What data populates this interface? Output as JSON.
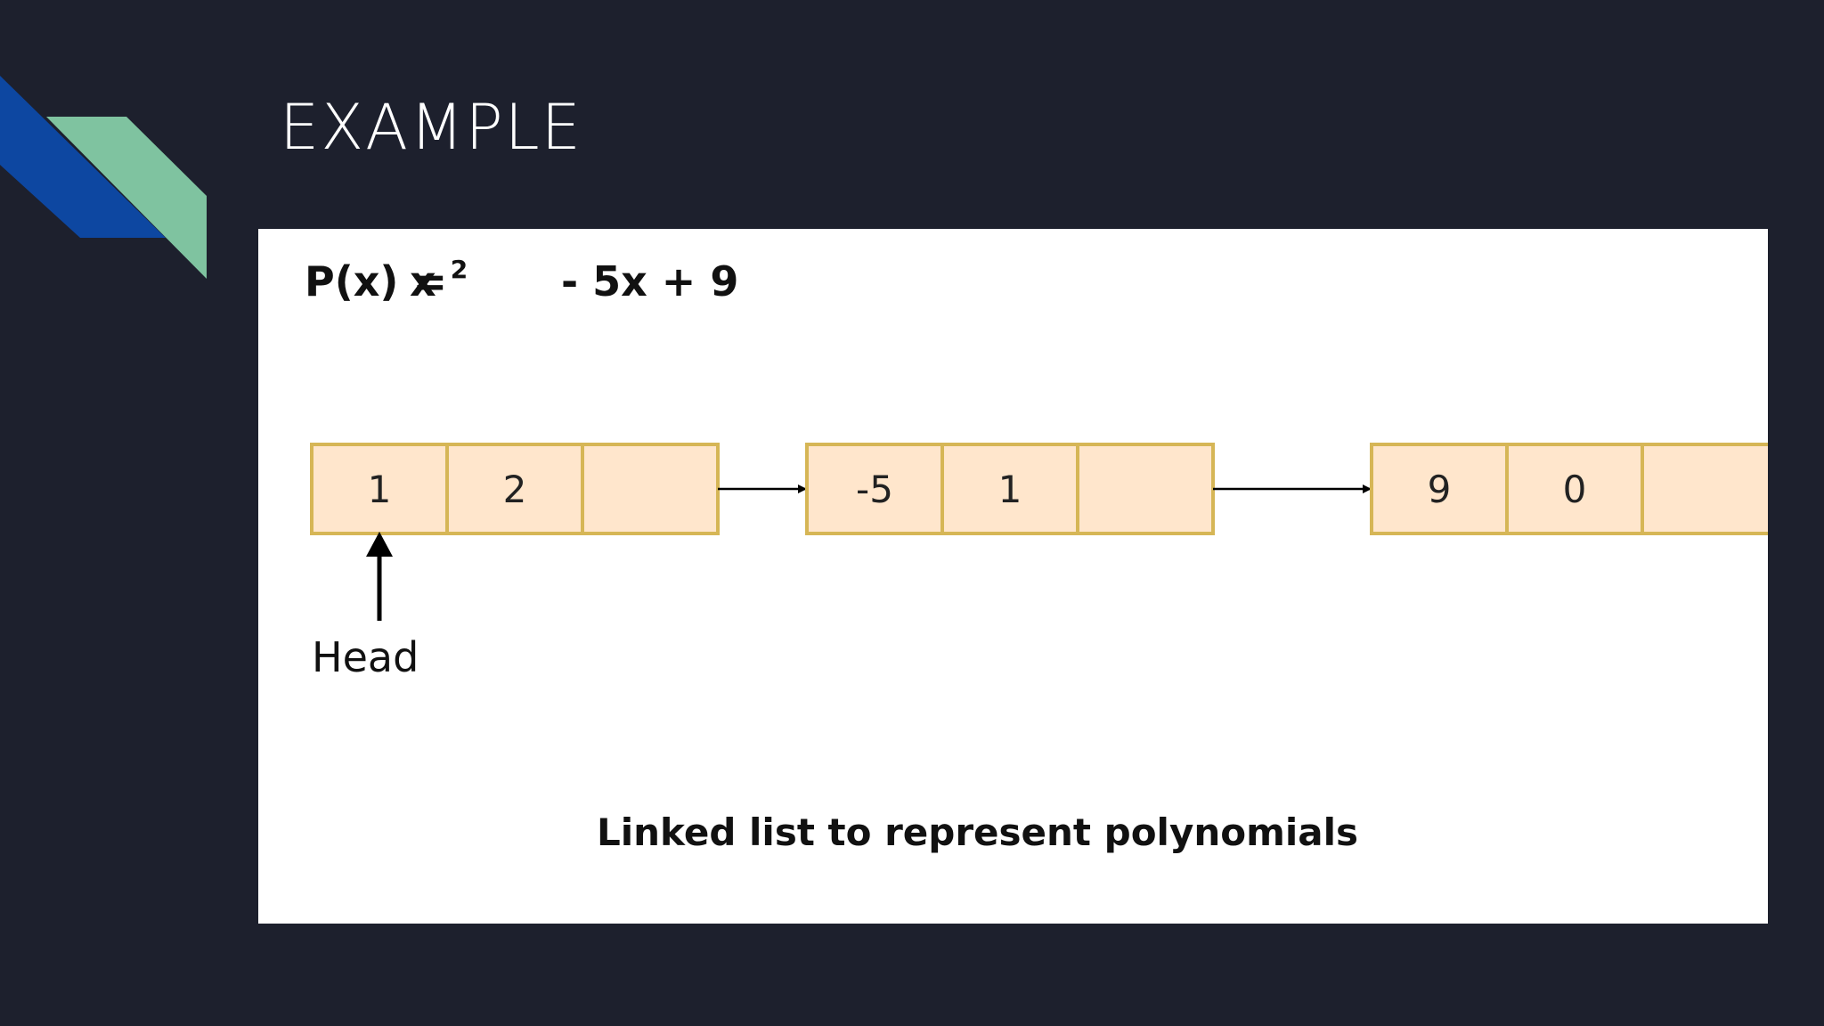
{
  "slide": {
    "title": "EXAMPLE",
    "colors": {
      "background": "#1d202d",
      "accent_blue": "#0d47a1",
      "accent_green": "#7fc3a0"
    }
  },
  "diagram": {
    "equation": {
      "lhs": "P(x) =",
      "base": "x",
      "exponent": "2",
      "rest": "- 5x + 9"
    },
    "nodes": [
      {
        "coefficient": "1",
        "power": "2"
      },
      {
        "coefficient": "-5",
        "power": "1"
      },
      {
        "coefficient": "9",
        "power": "0"
      }
    ],
    "head_label": "Head",
    "caption": "Linked list to represent polynomials",
    "colors": {
      "node_fill": "#ffe6cc",
      "node_border": "#d6b656"
    }
  }
}
